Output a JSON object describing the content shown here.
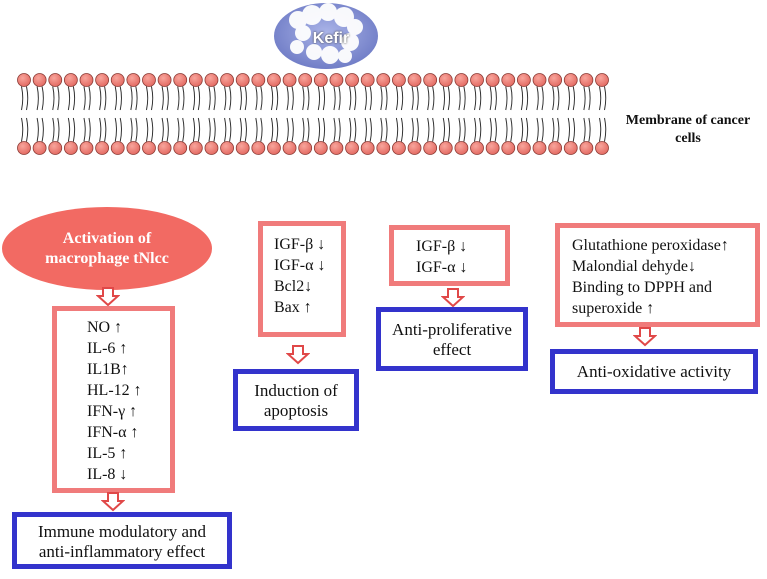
{
  "kefir": {
    "label": "Kefir"
  },
  "membrane": {
    "label_line1": "Membrane of cancer",
    "label_line2": "cells"
  },
  "macrophage": {
    "line1": "Activation of",
    "line2": "macrophage tNlcc"
  },
  "cytokines": [
    "NO ↑",
    "IL-6 ↑",
    "IL1B↑",
    "HL-12 ↑",
    "IFN-γ ↑",
    "IFN-α ↑",
    "IL-5 ↑",
    "IL-8 ↓"
  ],
  "immune_effect": {
    "line1": "Immune modulatory and",
    "line2": "anti-inflammatory effect"
  },
  "apoptosis_markers": [
    "IGF-β ↓",
    "IGF-α ↓",
    "Bcl2↓",
    "Bax ↑"
  ],
  "apoptosis_effect": {
    "line1": "Induction of",
    "line2": "apoptosis"
  },
  "proliferative_markers": [
    "IGF-β ↓",
    "IGF-α ↓"
  ],
  "proliferative_effect": {
    "line1": "Anti-proliferative",
    "line2": "effect"
  },
  "oxidative_markers": [
    "Glutathione peroxidase↑",
    "Malondial dehyde↓",
    "Binding to DPPH and",
    "superoxide ↑"
  ],
  "oxidative_effect": {
    "label": "Anti-oxidative activity"
  },
  "colors": {
    "head": "#f07b73",
    "red_box": "#f07b7b",
    "blue_box": "#3333cc",
    "ellipse": "#f26a63"
  }
}
